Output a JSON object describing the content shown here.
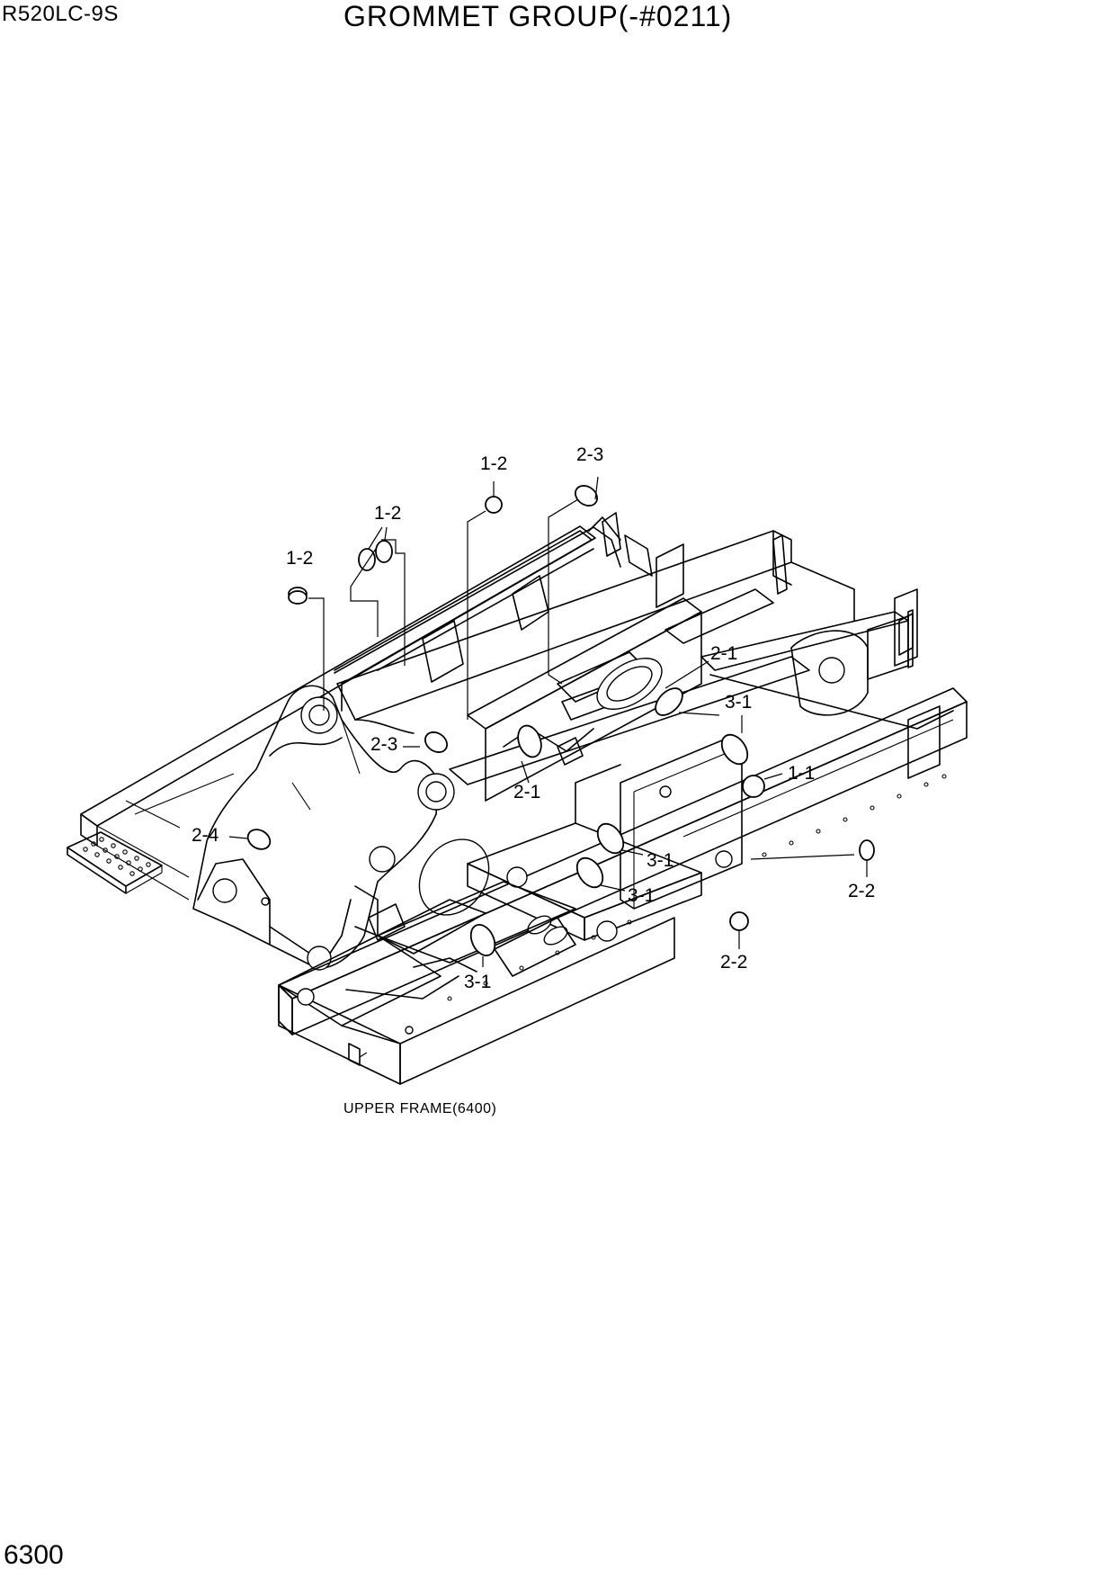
{
  "header": {
    "model": "R520LC-9S",
    "title": "GROMMET GROUP(-#0211)"
  },
  "footer": {
    "page_number": "6300"
  },
  "drawing": {
    "caption": "UPPER FRAME(6400)",
    "callouts": [
      {
        "id": "c1",
        "label": "1-2"
      },
      {
        "id": "c2",
        "label": "1-2"
      },
      {
        "id": "c3",
        "label": "1-2"
      },
      {
        "id": "c4",
        "label": "2-3"
      },
      {
        "id": "c5",
        "label": "2-1"
      },
      {
        "id": "c6",
        "label": "3-1"
      },
      {
        "id": "c7",
        "label": "2-3"
      },
      {
        "id": "c8",
        "label": "2-1"
      },
      {
        "id": "c9",
        "label": "1-1"
      },
      {
        "id": "c10",
        "label": "2-4"
      },
      {
        "id": "c11",
        "label": "3-1"
      },
      {
        "id": "c12",
        "label": "3-1"
      },
      {
        "id": "c13",
        "label": "2-2"
      },
      {
        "id": "c14",
        "label": "2-2"
      },
      {
        "id": "c15",
        "label": "3-1"
      }
    ]
  }
}
